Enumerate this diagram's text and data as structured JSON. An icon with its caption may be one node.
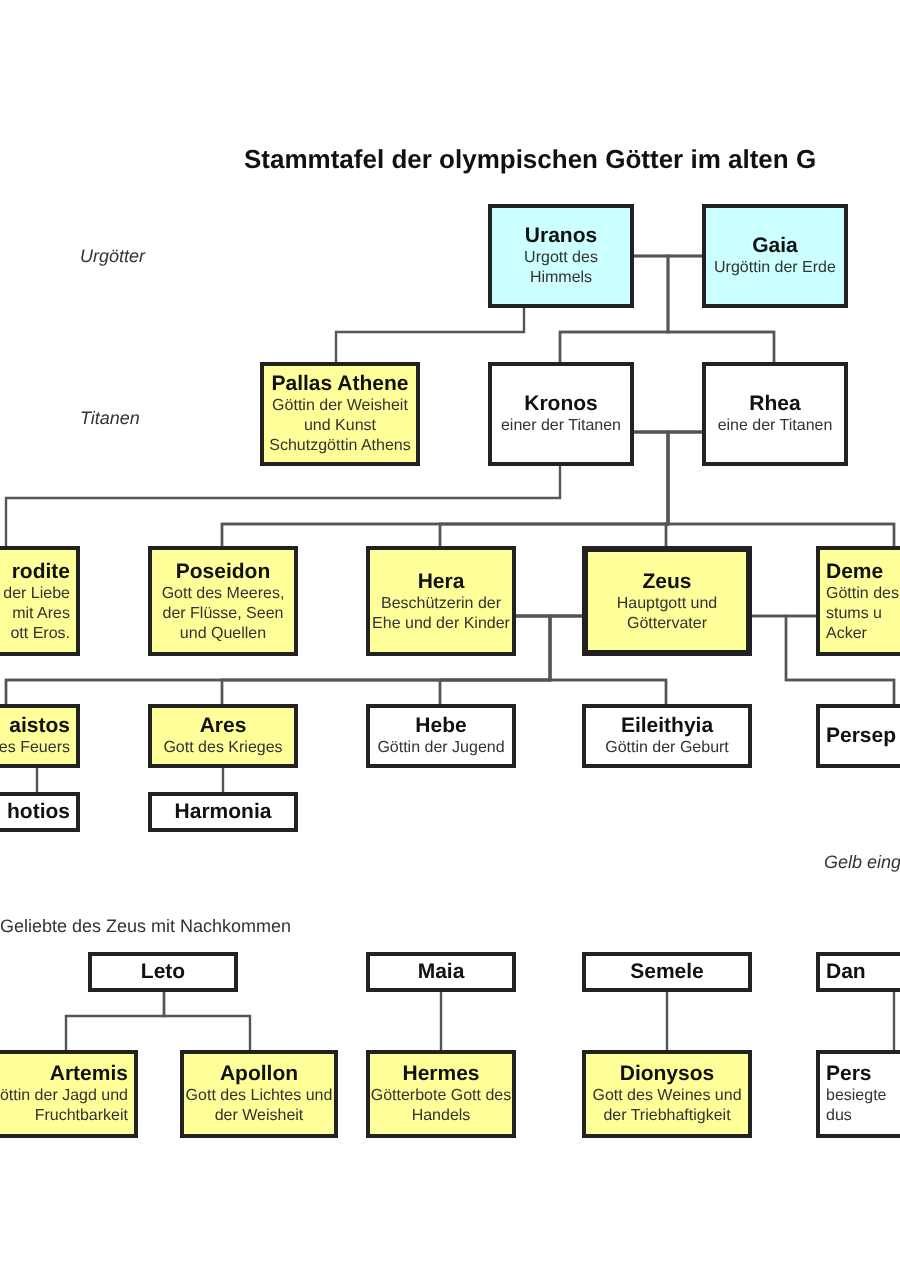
{
  "diagram": {
    "title": "Stammtafel der olympischen Götter im alten G",
    "nodes": [
      {
        "text": [
          "Uranos",
          "Urgott des Himmels"
        ]
      },
      {
        "text": [
          "Gaia",
          "Urgöttin der Erde"
        ]
      },
      {
        "text": [
          "Pallas Athene",
          "Göttin der Weisheit und Kunst Schutzgöttin Athens"
        ]
      },
      {
        "text": [
          "Kronos",
          "einer der Titanen"
        ]
      },
      {
        "text": [
          "Rhea",
          "eine der Titanen"
        ]
      },
      {
        "text": [
          "rodite",
          "der Liebe mit Ares ott Eros."
        ]
      },
      {
        "text": [
          "Poseidon",
          "Gott des Meeres, der Flüsse, Seen und Quellen"
        ]
      },
      {
        "text": [
          "Hera",
          "Beschützerin der Ehe und der Kinder"
        ]
      },
      {
        "text": [
          "Zeus",
          "Hauptgott und Göttervater"
        ]
      },
      {
        "text": [
          "Deme",
          "Göttin des stums u Acker"
        ]
      },
      {
        "text": [
          "aistos",
          "es Feuers"
        ]
      },
      {
        "text": [
          "Ares",
          "Gott des Krieges"
        ]
      },
      {
        "text": [
          "Hebe",
          "Göttin der Jugend"
        ]
      },
      {
        "text": [
          "Eileithyia",
          "Göttin der Geburt"
        ]
      },
      {
        "text": [
          "Persep"
        ]
      },
      {
        "text": [
          "hotios"
        ]
      },
      {
        "text": [
          "Harmonia"
        ]
      },
      {
        "text": [
          "Leto"
        ]
      },
      {
        "text": [
          "Maia"
        ]
      },
      {
        "text": [
          "Semele"
        ]
      },
      {
        "text": [
          "Dan"
        ]
      },
      {
        "text": [
          "Artemis",
          "öttin der Jagd und Fruchtbarkeit"
        ]
      },
      {
        "text": [
          "Apollon",
          "Gott des Lichtes und der Weisheit"
        ]
      },
      {
        "text": [
          "Hermes",
          "Götterbote Gott des Handels"
        ]
      },
      {
        "text": [
          "Dionysos",
          "Gott des Weines und der Triebhaftigkeit"
        ]
      },
      {
        "text": [
          "Pers",
          "besiegte dus"
        ]
      }
    ],
    "edges": [
      {
        "from": 0,
        "to": 1,
        "arrow": "none"
      },
      {
        "from": 0,
        "to": 2,
        "arrow": "none"
      },
      {
        "from": 0,
        "to": 3,
        "arrow": "none"
      },
      {
        "from": 0,
        "to": 4,
        "arrow": "none"
      },
      {
        "from": 1,
        "to": 3,
        "arrow": "none"
      },
      {
        "from": 1,
        "to": 4,
        "arrow": "none"
      },
      {
        "from": 3,
        "to": 4,
        "arrow": "none"
      },
      {
        "from": 3,
        "to": 5,
        "arrow": "none"
      },
      {
        "from": 3,
        "to": 6,
        "arrow": "none"
      },
      {
        "from": 3,
        "to": 7,
        "arrow": "none"
      },
      {
        "from": 3,
        "to": 8,
        "arrow": "none"
      },
      {
        "from": 3,
        "to": 9,
        "arrow": "none"
      },
      {
        "from": 4,
        "to": 6,
        "arrow": "none"
      },
      {
        "from": 4,
        "to": 7,
        "arrow": "none"
      },
      {
        "from": 4,
        "to": 8,
        "arrow": "none"
      },
      {
        "from": 4,
        "to": 9,
        "arrow": "none"
      },
      {
        "from": 7,
        "to": 8,
        "arrow": "none"
      },
      {
        "from": 7,
        "to": 10,
        "arrow": "none"
      },
      {
        "from": 7,
        "to": 11,
        "arrow": "none"
      },
      {
        "from": 7,
        "to": 12,
        "arrow": "none"
      },
      {
        "from": 7,
        "to": 13,
        "arrow": "none"
      },
      {
        "from": 8,
        "to": 10,
        "arrow": "none"
      },
      {
        "from": 8,
        "to": 11,
        "arrow": "none"
      },
      {
        "from": 8,
        "to": 12,
        "arrow": "none"
      },
      {
        "from": 8,
        "to": 13,
        "arrow": "none"
      },
      {
        "from": 8,
        "to": 9,
        "arrow": "none"
      },
      {
        "from": 8,
        "to": 14,
        "arrow": "none"
      },
      {
        "from": 9,
        "to": 14,
        "arrow": "none"
      },
      {
        "from": 10,
        "to": 15,
        "arrow": "none"
      },
      {
        "from": 11,
        "to": 16,
        "arrow": "none"
      },
      {
        "from": 17,
        "to": 21,
        "arrow": "none"
      },
      {
        "from": 17,
        "to": 22,
        "arrow": "none"
      },
      {
        "from": 18,
        "to": 23,
        "arrow": "none"
      },
      {
        "from": 19,
        "to": 24,
        "arrow": "none"
      },
      {
        "from": 20,
        "to": 25,
        "arrow": "none"
      }
    ],
    "labels": [
      "Urgötter",
      "Titanen",
      "Gelb eing",
      "Geliebte des Zeus mit Nachkommen"
    ]
  }
}
